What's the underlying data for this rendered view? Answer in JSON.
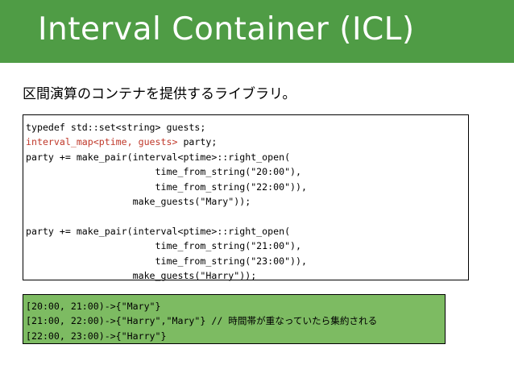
{
  "slide": {
    "title": "Interval Container (ICL)",
    "subtitle": "区間演算のコンテナを提供するライブラリ。"
  },
  "code": {
    "lines": [
      {
        "pre": "typedef std::set<string> guests;",
        "hl": "",
        "post": ""
      },
      {
        "pre": "",
        "hl": "interval_map<ptime, guests>",
        "post": " party;"
      },
      {
        "pre": "party += make_pair(interval<ptime>::right_open(",
        "hl": "",
        "post": ""
      },
      {
        "pre": "                       time_from_string(\"20:00\"),",
        "hl": "",
        "post": ""
      },
      {
        "pre": "                       time_from_string(\"22:00\")),",
        "hl": "",
        "post": ""
      },
      {
        "pre": "                   make_guests(\"Mary\"));",
        "hl": "",
        "post": ""
      },
      {
        "pre": "",
        "hl": "",
        "post": ""
      },
      {
        "pre": "party += make_pair(interval<ptime>::right_open(",
        "hl": "",
        "post": ""
      },
      {
        "pre": "                       time_from_string(\"21:00\"),",
        "hl": "",
        "post": ""
      },
      {
        "pre": "                       time_from_string(\"23:00\")),",
        "hl": "",
        "post": ""
      },
      {
        "pre": "                   make_guests(\"Harry\"));",
        "hl": "",
        "post": ""
      }
    ]
  },
  "output": {
    "lines": [
      "[20:00, 21:00)->{\"Mary\"}",
      "[21:00, 22:00)->{\"Harry\",\"Mary\"} // 時間帯が重なっていたら集約される",
      "[22:00, 23:00)->{\"Harry\"}"
    ]
  },
  "colors": {
    "title_bar": "#4f9c45",
    "output_bg": "#7dbb62",
    "highlight": "#c0392b"
  }
}
